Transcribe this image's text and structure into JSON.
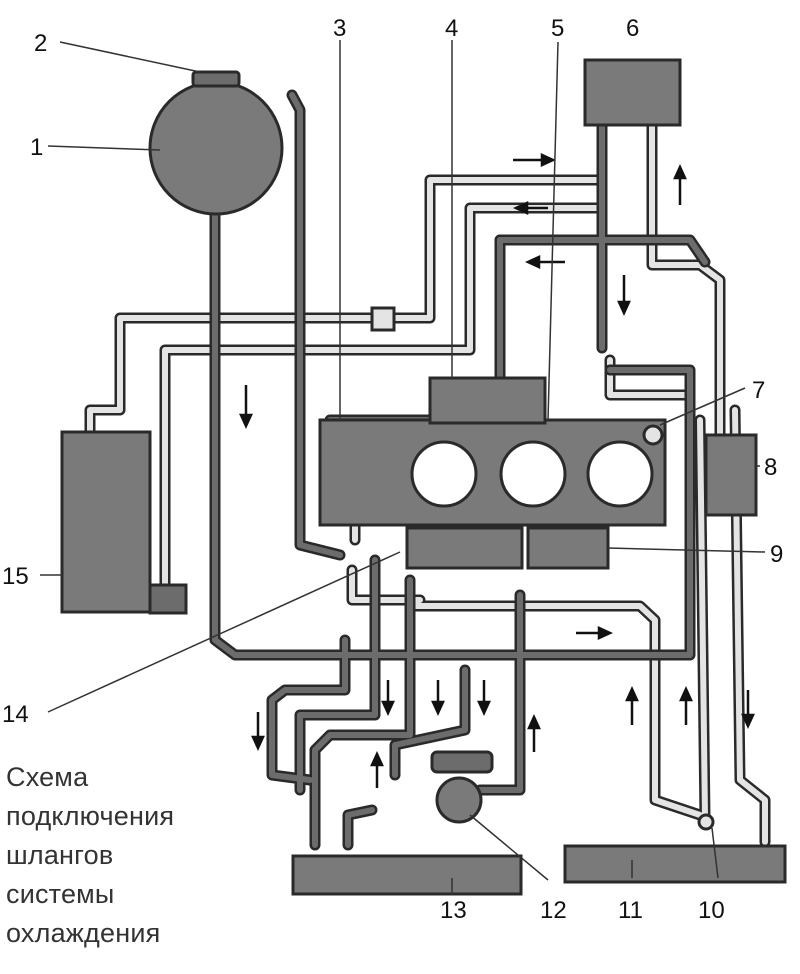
{
  "caption": {
    "lines": [
      "Схема",
      "подключения",
      "шлангов",
      "системы",
      "охлаждения"
    ]
  },
  "callouts": [
    "1",
    "2",
    "3",
    "4",
    "5",
    "6",
    "7",
    "8",
    "9",
    "10",
    "11",
    "12",
    "13",
    "14",
    "15"
  ],
  "colors": {
    "hose_light": "#e4e4e4",
    "hose_dark": "#6c6c6c",
    "component_fill": "#7a7a7a",
    "outline": "#2a2a2a"
  }
}
